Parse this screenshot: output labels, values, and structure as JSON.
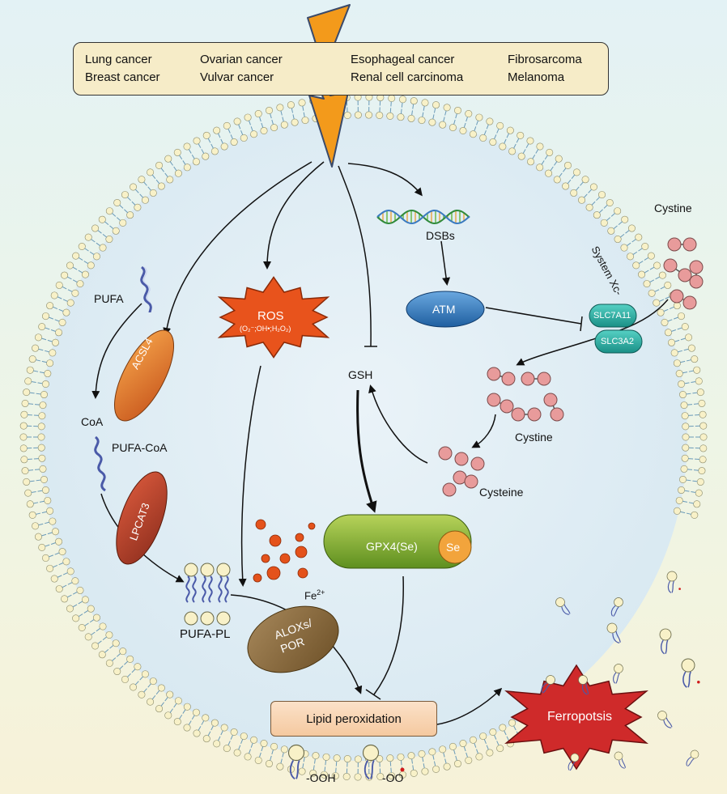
{
  "cancers": {
    "col1": [
      "Lung cancer",
      "Breast cancer"
    ],
    "col2": [
      "Ovarian cancer",
      "Vulvar cancer"
    ],
    "col3": [
      "Esophageal cancer",
      "Renal cell carcinoma"
    ],
    "col4": [
      "Fibrosarcoma",
      "Melanoma"
    ]
  },
  "labels": {
    "pufa": "PUFA",
    "coa": "CoA",
    "pufa_coa": "PUFA-CoA",
    "pufa_pl": "PUFA-PL",
    "acsl4": "ACSL4",
    "lpcat3": "LPCAT3",
    "alox_line1": "ALOXs/",
    "alox_line2": "POR",
    "ros": "ROS",
    "ros_species": "(O₂⁻;OH•;H₂O₂)",
    "fe": "Fe",
    "fe_sup": "2+",
    "gsh": "GSH",
    "gpx4": "GPX4(Se)",
    "se": "Se",
    "dsbs": "DSBs",
    "atm": "ATM",
    "system_xc": "System Xc-",
    "slc7a11": "SLC7A11",
    "slc3a2": "SLC3A2",
    "cystine_out": "Cystine",
    "cystine_in": "Cystine",
    "cysteine": "Cysteine",
    "lipid_peroxidation": "Lipid peroxidation",
    "ferroptosis": "Ferropotsis",
    "legend_ooh": "-OOH",
    "legend_oo": "-OO"
  },
  "colors": {
    "lightning": "#f39a1b",
    "ros": "#e8531c",
    "acsl4": "#e2762a",
    "lpcat3": "#b8432a",
    "alox": "#8a6b3e",
    "gpx4": "#7fae2c",
    "se": "#f2a43c",
    "atm": "#2e79bd",
    "transporter": "#2bb3a8",
    "ferroptosis": "#cf2a2a",
    "iron": "#e4521b",
    "cystine_bead": "#e89b9b"
  }
}
